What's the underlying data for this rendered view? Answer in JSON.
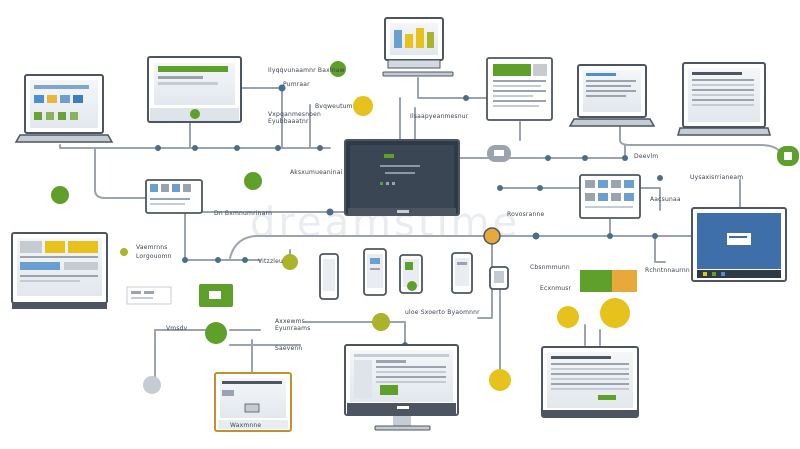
{
  "watermark": "dreamstime",
  "labels": {
    "l1": "Ilyqqvunaamnr Baxlnaw",
    "l2": "Pumraar",
    "l3": "Eyubbaaatnr",
    "l4": "Vxpqanmesnoen",
    "l5": "Bvqweutum",
    "l6": "Ilsaapyeanmesnur",
    "l7": "Deevlm",
    "l8": "Uysaxisrrianeam",
    "l9": "Aksxumueaninai",
    "l10": "Dn Bxmnumrinarn",
    "l11": "Rovosranne",
    "l12": "Aacsunaa",
    "l13": "Vaemrnns",
    "l14": "Lorgouomn",
    "l15": "Vitzzleu",
    "l16": "Cbsnmmunn",
    "l17": "Rchntnnaurnn",
    "l18": "uloe Sxoerto Byaomnnr",
    "l19": "Vmsdv",
    "l20": "Axxewms",
    "l21": "Eyunraams",
    "l22": "Saevenn",
    "l23": "Waxmnne",
    "l24": "Ecxnmusr"
  },
  "colors": {
    "line": "#8d97a5",
    "node": "#4a6f8a",
    "green": "#5fa02a",
    "yellow": "#e8c21c",
    "olive": "#aab42a",
    "frame": "#4d5563",
    "screen_dark": "#2f3a47",
    "blue_screen": "#3f6fa8"
  }
}
